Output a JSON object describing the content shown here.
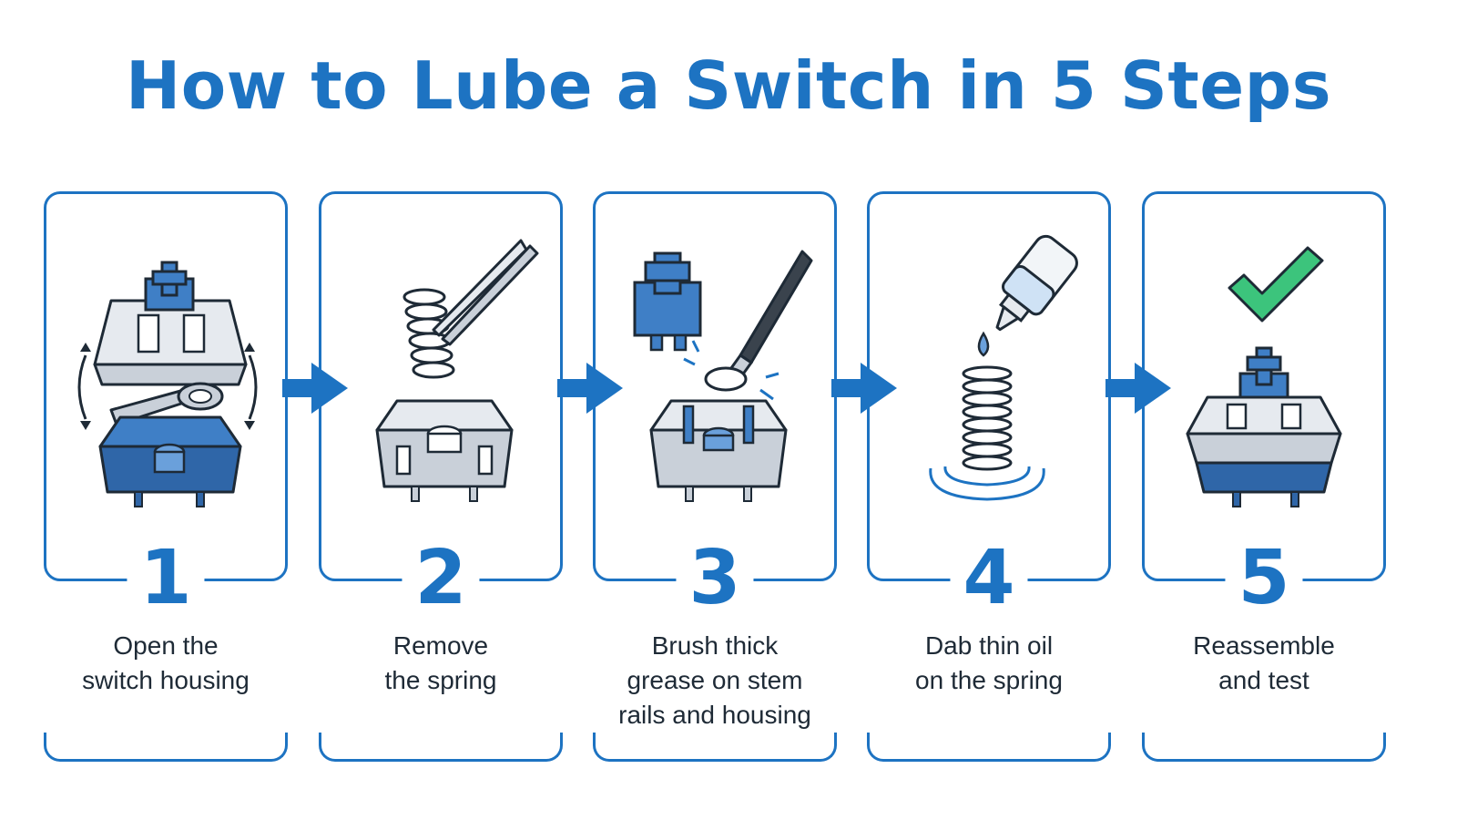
{
  "title": "How to Lube a Switch in 5 Steps",
  "colors": {
    "primary": "#1d73c2",
    "text": "#1e2a36",
    "check": "#3cc47c",
    "housing": "#3f7fc6",
    "gray": "#d8dde4"
  },
  "steps": [
    {
      "number": "1",
      "lines": [
        "Open the",
        "switch housing"
      ],
      "icon": "opened-switch-icon"
    },
    {
      "number": "2",
      "lines": [
        "Remove",
        "the spring"
      ],
      "icon": "tweezers-spring-icon"
    },
    {
      "number": "3",
      "lines": [
        "Brush thick",
        "grease on stem",
        "rails and housing"
      ],
      "icon": "brush-grease-icon"
    },
    {
      "number": "4",
      "lines": [
        "Dab thin oil",
        "on the spring"
      ],
      "icon": "oil-bottle-spring-icon"
    },
    {
      "number": "5",
      "lines": [
        "Reassemble",
        "and test"
      ],
      "icon": "assembled-switch-check-icon"
    }
  ]
}
